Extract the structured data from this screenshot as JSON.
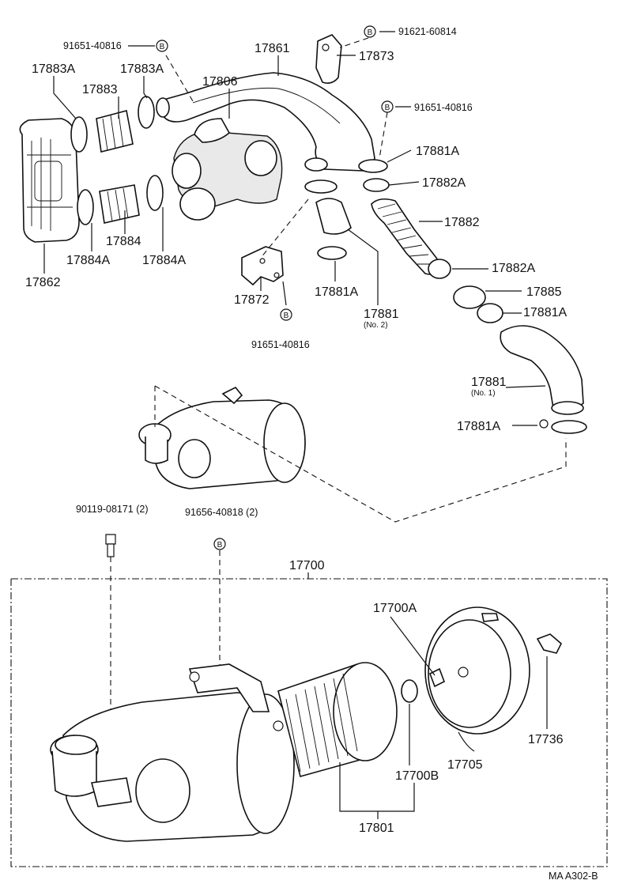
{
  "diagram": {
    "footer_code": "MA A302-B",
    "assembly_label": "17700",
    "callouts": {
      "p91651_top": "91651-40816",
      "p91621": "91621-60814",
      "p17873": "17873",
      "p17861": "17861",
      "p17806": "17806",
      "p17883A_left": "17883A",
      "p17883A_right": "17883A",
      "p17883": "17883",
      "p91651_right": "91651-40816",
      "p17881A_a": "17881A",
      "p17882A_a": "17882A",
      "p17882": "17882",
      "p17882A_b": "17882A",
      "p17885": "17885",
      "p17881A_b": "17881A",
      "p17881_no1": "17881",
      "p17881_no1_sub": "(No. 1)",
      "p17881A_c": "17881A",
      "p17862": "17862",
      "p17884": "17884",
      "p17884A_left": "17884A",
      "p17884A_right": "17884A",
      "p17872": "17872",
      "p91651_bottom": "91651-40816",
      "p17881A_mid": "17881A",
      "p17881_no2": "17881",
      "p17881_no2_sub": "(No. 2)",
      "p90119": "90119-08171 (2)",
      "p91656": "91656-40818 (2)",
      "p17700A": "17700A",
      "p17736": "17736",
      "p17705": "17705",
      "p17700B": "17700B",
      "p17801": "17801"
    },
    "bolt_marker": "B"
  }
}
